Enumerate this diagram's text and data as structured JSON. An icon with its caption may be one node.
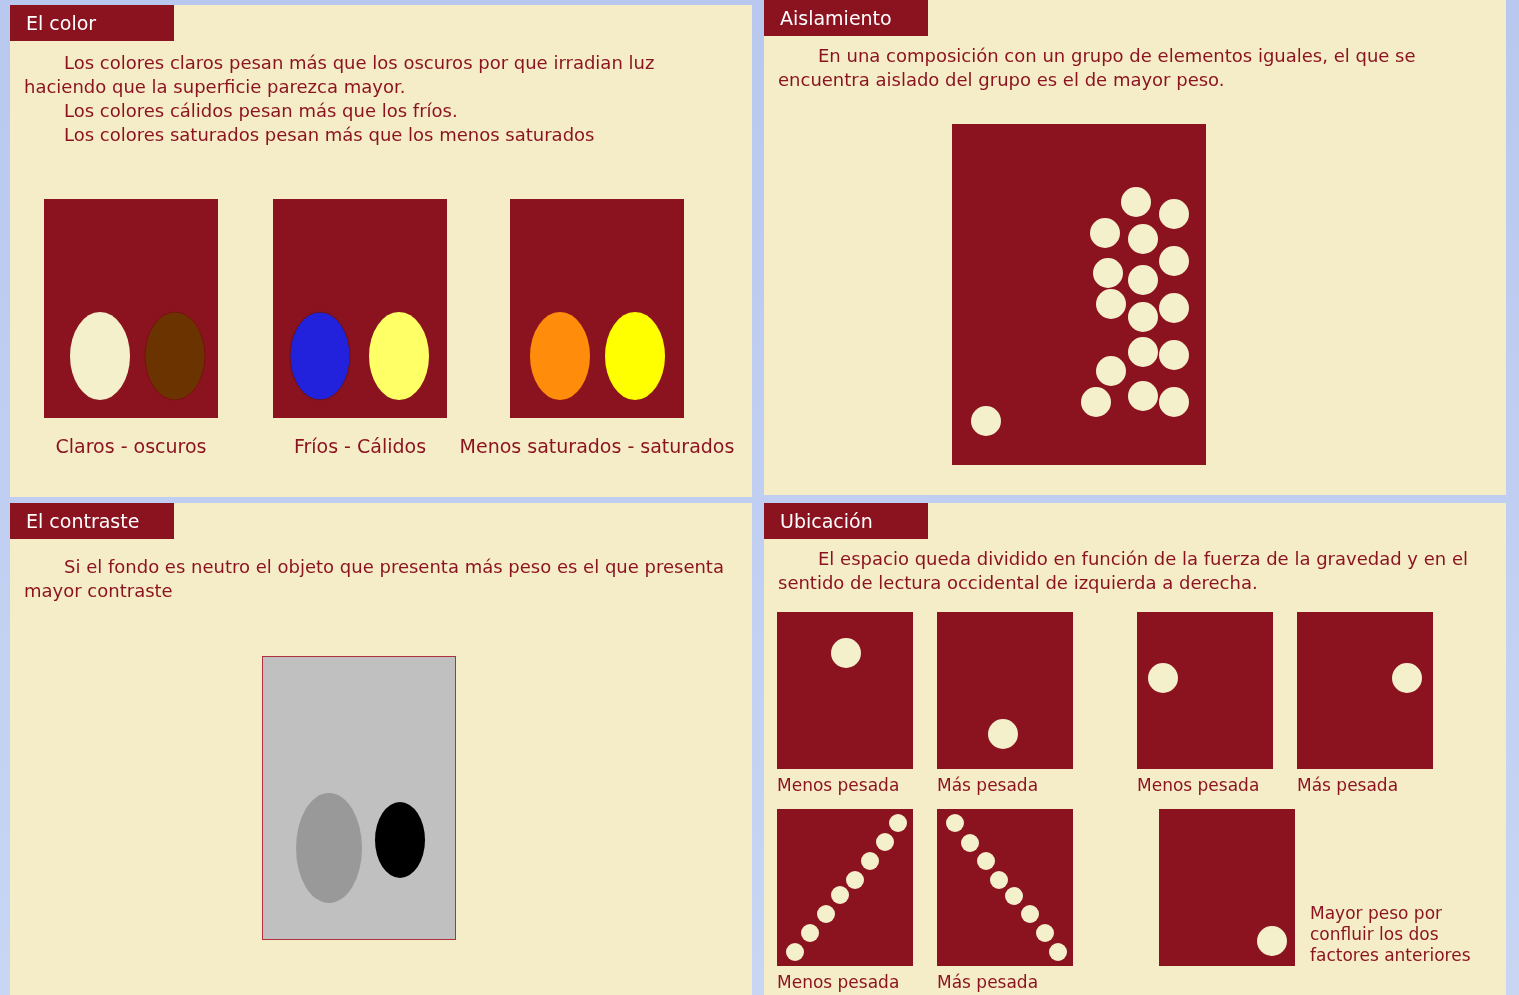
{
  "diagram": {
    "nodes": [
      {
        "text": [
          "El color",
          "Los colores claros pesan más que los oscuros por que irradian luz haciendo que la superficie parezca mayor.",
          "Los colores cálidos pesan más que los fríos.",
          "Los colores saturados pesan más que los menos saturados"
        ]
      },
      {
        "text": [],
        "shape": "box",
        "in": 0,
        "beside": [
          "Claros - oscuros"
        ]
      },
      {
        "text": [],
        "shape": "box",
        "in": 0,
        "beside": [
          "Fríos - Cálidos"
        ]
      },
      {
        "text": [],
        "shape": "box",
        "in": 0,
        "beside": [
          "Menos saturados - saturados"
        ]
      },
      {
        "text": [
          "Aislamiento",
          "En una composición con un grupo de elementos iguales, el que se encuentra aislado del grupo es el de mayor peso."
        ]
      },
      {
        "text": [],
        "shape": "box",
        "in": 4
      },
      {
        "text": [
          "El contraste",
          "Si el fondo es neutro el objeto que presenta más peso es el que presenta mayor contraste"
        ]
      },
      {
        "text": [],
        "shape": "box",
        "in": 6
      },
      {
        "text": [
          "Ubicación",
          "El espacio queda dividido en función de la fuerza de la gravedad y en el sentido de lectura occidental de izquierda a derecha."
        ]
      },
      {
        "text": [],
        "shape": "box",
        "in": 8,
        "beside": [
          "Menos pesada"
        ]
      },
      {
        "text": [],
        "shape": "box",
        "in": 8,
        "beside": [
          "Más pesada"
        ]
      },
      {
        "text": [],
        "shape": "box",
        "in": 8,
        "beside": [
          "Menos pesada"
        ]
      },
      {
        "text": [],
        "shape": "box",
        "in": 8,
        "beside": [
          "Más pesada"
        ]
      },
      {
        "text": [],
        "shape": "box",
        "in": 8,
        "beside": [
          "Menos pesada"
        ]
      },
      {
        "text": [],
        "shape": "box",
        "in": 8,
        "beside": [
          "Más pesada"
        ]
      },
      {
        "text": [],
        "shape": "box",
        "in": 8,
        "beside": [
          "Mayor peso por confluir los dos factores anteriores"
        ]
      }
    ]
  }
}
